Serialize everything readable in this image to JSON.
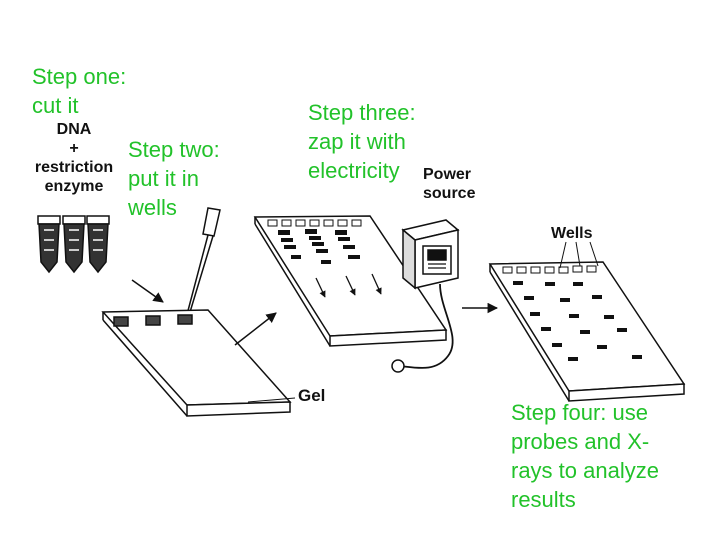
{
  "steps": {
    "one": "Step one:\ncut it",
    "two": "Step two:\nput it in\nwells",
    "three": "Step three:\nzap it with\nelectricity",
    "four": "Step four: use\nprobes and X-\nrays to analyze\nresults"
  },
  "labels": {
    "dna": "DNA\n+\nrestriction\nenzyme",
    "power": "Power\nsource",
    "wells": "Wells",
    "gel": "Gel"
  },
  "colors": {
    "step_text": "#22c22a",
    "ink": "#111111"
  }
}
